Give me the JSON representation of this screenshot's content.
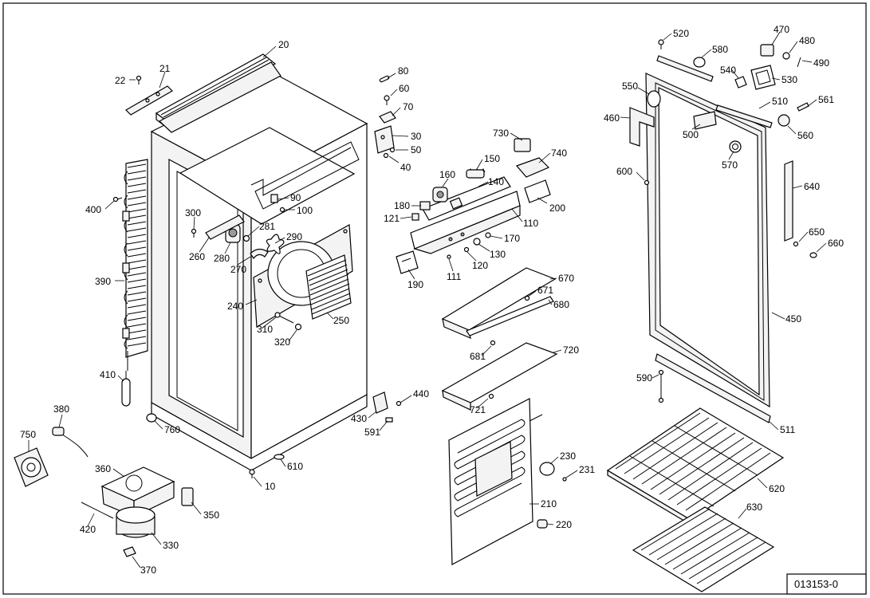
{
  "drawing_code": "013153-0",
  "parts": [
    {
      "id": "p20",
      "label": "20"
    },
    {
      "id": "p21",
      "label": "21"
    },
    {
      "id": "p22",
      "label": "22"
    },
    {
      "id": "p80",
      "label": "80"
    },
    {
      "id": "p60",
      "label": "60"
    },
    {
      "id": "p70",
      "label": "70"
    },
    {
      "id": "p30",
      "label": "30"
    },
    {
      "id": "p50",
      "label": "50"
    },
    {
      "id": "p40",
      "label": "40"
    },
    {
      "id": "p730",
      "label": "730"
    },
    {
      "id": "p740",
      "label": "740"
    },
    {
      "id": "p150",
      "label": "150"
    },
    {
      "id": "p160",
      "label": "160"
    },
    {
      "id": "p140",
      "label": "140"
    },
    {
      "id": "p200",
      "label": "200"
    },
    {
      "id": "p180",
      "label": "180"
    },
    {
      "id": "p121",
      "label": "121"
    },
    {
      "id": "p110",
      "label": "110"
    },
    {
      "id": "p170",
      "label": "170"
    },
    {
      "id": "p130",
      "label": "130"
    },
    {
      "id": "p120",
      "label": "120"
    },
    {
      "id": "p111",
      "label": "111"
    },
    {
      "id": "p190",
      "label": "190"
    },
    {
      "id": "p90",
      "label": "90"
    },
    {
      "id": "p100",
      "label": "100"
    },
    {
      "id": "p400",
      "label": "400"
    },
    {
      "id": "p300",
      "label": "300"
    },
    {
      "id": "p281",
      "label": "281"
    },
    {
      "id": "p290",
      "label": "290"
    },
    {
      "id": "p260",
      "label": "260"
    },
    {
      "id": "p280",
      "label": "280"
    },
    {
      "id": "p270",
      "label": "270"
    },
    {
      "id": "p390",
      "label": "390"
    },
    {
      "id": "p240",
      "label": "240"
    },
    {
      "id": "p250",
      "label": "250"
    },
    {
      "id": "p310",
      "label": "310"
    },
    {
      "id": "p320",
      "label": "320"
    },
    {
      "id": "p410",
      "label": "410"
    },
    {
      "id": "p440",
      "label": "440"
    },
    {
      "id": "p430",
      "label": "430"
    },
    {
      "id": "p591",
      "label": "591"
    },
    {
      "id": "p380",
      "label": "380"
    },
    {
      "id": "p760",
      "label": "760"
    },
    {
      "id": "p750",
      "label": "750"
    },
    {
      "id": "p610",
      "label": "610"
    },
    {
      "id": "p10",
      "label": "10"
    },
    {
      "id": "p360",
      "label": "360"
    },
    {
      "id": "p350",
      "label": "350"
    },
    {
      "id": "p420",
      "label": "420"
    },
    {
      "id": "p330",
      "label": "330"
    },
    {
      "id": "p370",
      "label": "370"
    },
    {
      "id": "p670",
      "label": "670"
    },
    {
      "id": "p671",
      "label": "671"
    },
    {
      "id": "p680",
      "label": "680"
    },
    {
      "id": "p681",
      "label": "681"
    },
    {
      "id": "p720",
      "label": "720"
    },
    {
      "id": "p721",
      "label": "721"
    },
    {
      "id": "p230",
      "label": "230"
    },
    {
      "id": "p231",
      "label": "231"
    },
    {
      "id": "p210",
      "label": "210"
    },
    {
      "id": "p220",
      "label": "220"
    },
    {
      "id": "p520",
      "label": "520"
    },
    {
      "id": "p580",
      "label": "580"
    },
    {
      "id": "p470",
      "label": "470"
    },
    {
      "id": "p480",
      "label": "480"
    },
    {
      "id": "p490",
      "label": "490"
    },
    {
      "id": "p540",
      "label": "540"
    },
    {
      "id": "p530",
      "label": "530"
    },
    {
      "id": "p550",
      "label": "550"
    },
    {
      "id": "p510",
      "label": "510"
    },
    {
      "id": "p561",
      "label": "561"
    },
    {
      "id": "p460",
      "label": "460"
    },
    {
      "id": "p500",
      "label": "500"
    },
    {
      "id": "p560",
      "label": "560"
    },
    {
      "id": "p570",
      "label": "570"
    },
    {
      "id": "p600",
      "label": "600"
    },
    {
      "id": "p640",
      "label": "640"
    },
    {
      "id": "p650",
      "label": "650"
    },
    {
      "id": "p660",
      "label": "660"
    },
    {
      "id": "p450",
      "label": "450"
    },
    {
      "id": "p590",
      "label": "590"
    },
    {
      "id": "p511",
      "label": "511"
    },
    {
      "id": "p620",
      "label": "620"
    },
    {
      "id": "p630",
      "label": "630"
    }
  ]
}
